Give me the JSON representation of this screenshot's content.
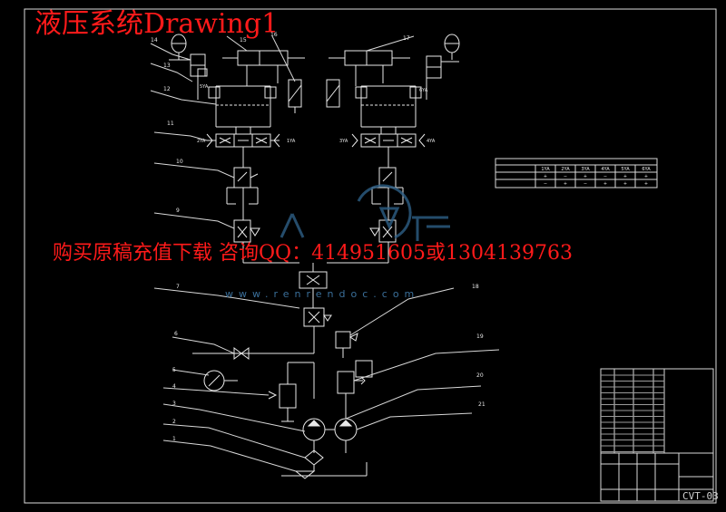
{
  "header": {
    "title": "液压系统Drawing1"
  },
  "watermark": {
    "text": "购买原稿充值下载 咨询QQ：414951605或1304139763",
    "url": "www.renrendoc.com"
  },
  "callouts": [
    {
      "id": "14",
      "label": "14"
    },
    {
      "id": "13",
      "label": "13"
    },
    {
      "id": "12",
      "label": "12"
    },
    {
      "id": "11",
      "label": "11"
    },
    {
      "id": "10",
      "label": "10"
    },
    {
      "id": "9",
      "label": "9"
    },
    {
      "id": "7",
      "label": "7"
    },
    {
      "id": "6",
      "label": "6"
    },
    {
      "id": "5",
      "label": "5"
    },
    {
      "id": "4",
      "label": "4"
    },
    {
      "id": "3",
      "label": "3"
    },
    {
      "id": "2",
      "label": "2"
    },
    {
      "id": "1",
      "label": "1"
    },
    {
      "id": "15",
      "label": "15"
    },
    {
      "id": "16",
      "label": "16"
    },
    {
      "id": "17",
      "label": "17"
    },
    {
      "id": "18",
      "label": "18"
    },
    {
      "id": "19",
      "label": "19"
    },
    {
      "id": "20",
      "label": "20"
    },
    {
      "id": "21",
      "label": "21"
    }
  ],
  "solenoids": {
    "left_top": "5YA",
    "right_top": "6YA",
    "left_valve_a": "2YA",
    "left_valve_b": "1YA",
    "right_valve_a": "3YA",
    "right_valve_b": "4YA"
  },
  "action_table": {
    "headers": [
      "",
      "1YA",
      "2YA",
      "3YA",
      "4YA",
      "5YA",
      "6YA"
    ],
    "rows": [
      [
        "",
        "+",
        "−",
        "+",
        "−",
        "+",
        "+"
      ],
      [
        "",
        "−",
        "+",
        "−",
        "+",
        "+",
        "+"
      ]
    ]
  },
  "title_block": {
    "drawing_number": "CVT-03"
  }
}
